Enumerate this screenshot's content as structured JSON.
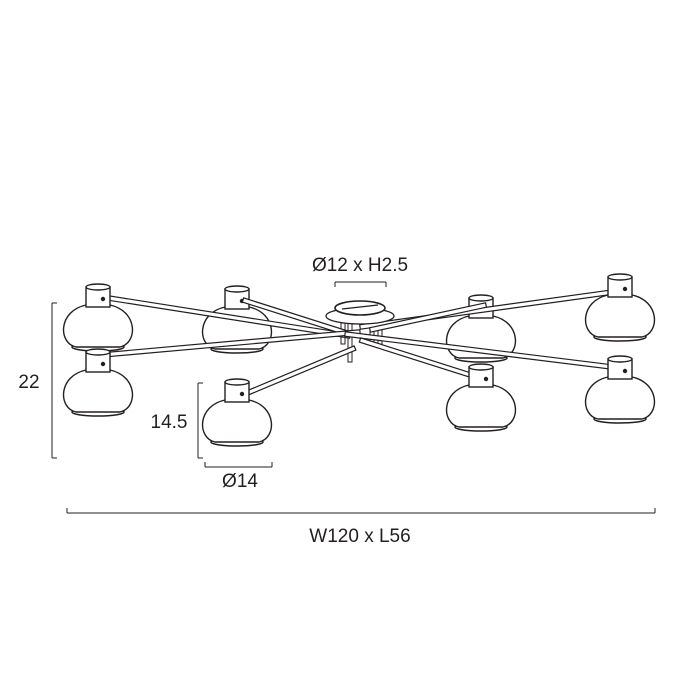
{
  "title": "Ceiling light dimensions drawing",
  "dimensions": {
    "canopy": "Ø12 x H2.5",
    "total_height": "22",
    "shade_height": "14.5",
    "shade_diameter": "Ø14",
    "overall": "W120 x L56"
  },
  "colors": {
    "line": "#231f20",
    "background": "#ffffff"
  }
}
